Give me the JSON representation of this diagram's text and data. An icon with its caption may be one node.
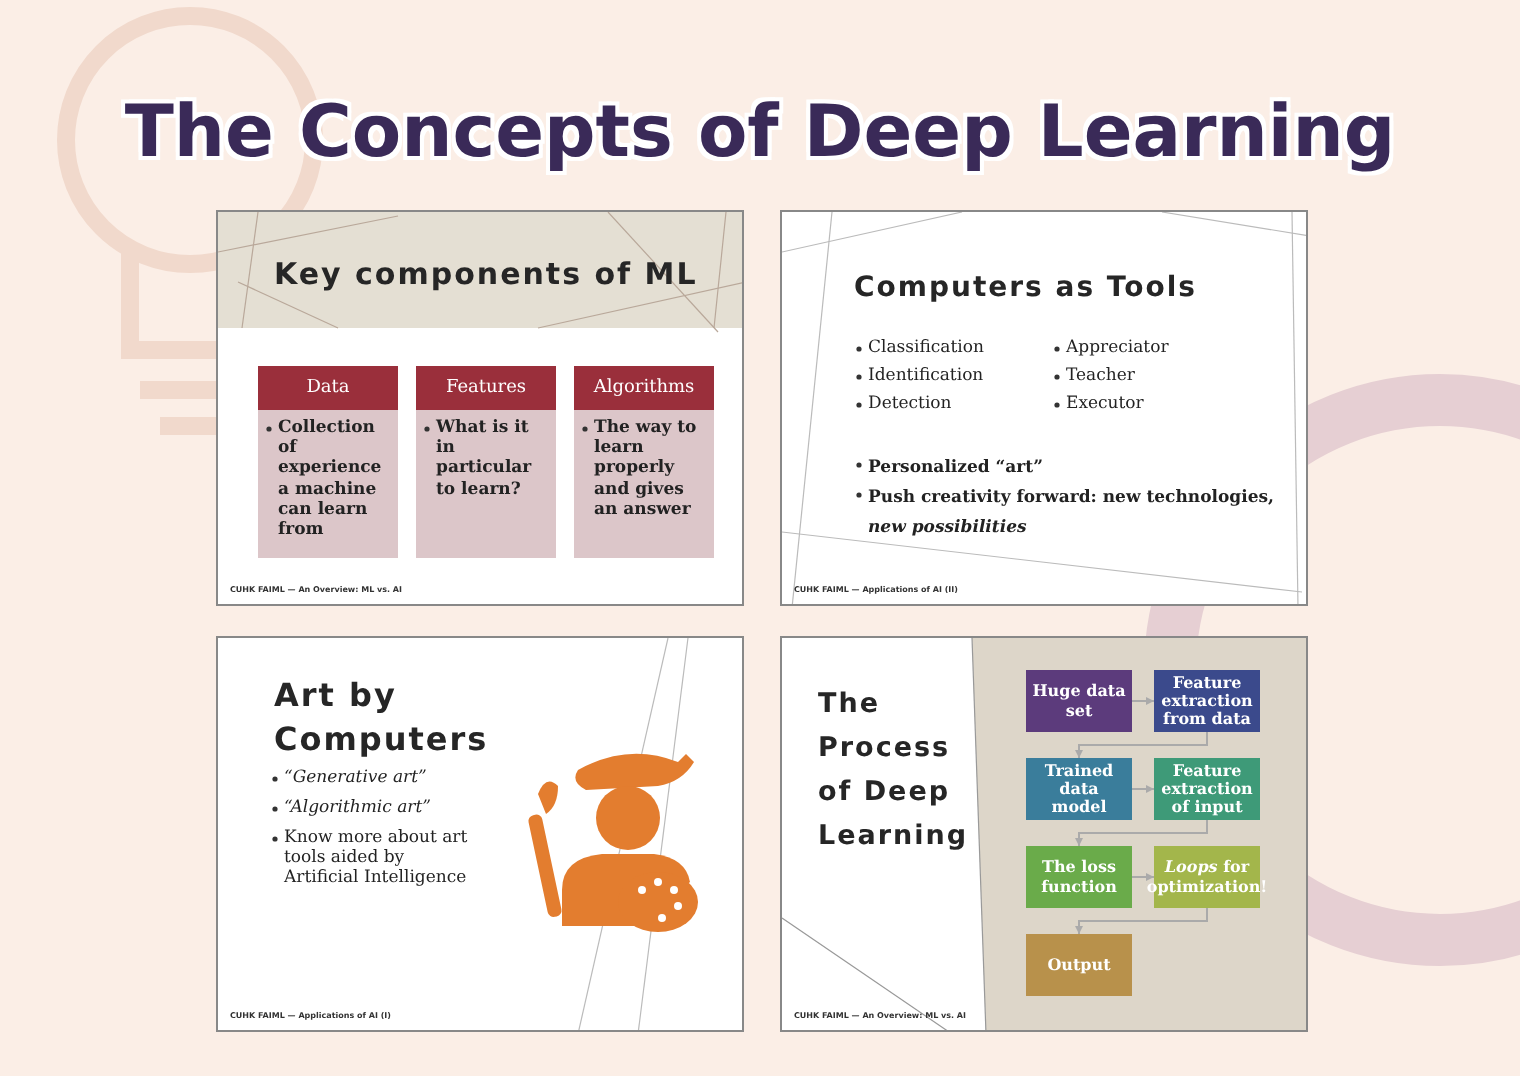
{
  "diagram": {
    "title": "The Concepts of Deep Learning",
    "nodes": [
      {
        "text": [
          "Key components of ML",
          "CUHK FAIML — An Overview: ML vs. AI"
        ]
      },
      {
        "text": [
          "Data",
          "Collection of experience a machine can learn from"
        ],
        "in": 0
      },
      {
        "text": [
          "Features",
          "What is it in particular to learn?"
        ],
        "in": 0
      },
      {
        "text": [
          "Algorithms",
          "The way to learn properly and gives an answer"
        ],
        "in": 0
      },
      {
        "text": [
          "Computers as Tools",
          "Classification",
          "Identification",
          "Detection",
          "Appreciator",
          "Teacher",
          "Executor",
          "Personalized “art”",
          "Push creativity forward: new technologies, *new possibilities*",
          "CUHK FAIML — Applications of AI (II)"
        ]
      },
      {
        "text": [
          "Art by Computers",
          "“Generative art”",
          "“Algorithmic art”",
          "Know more about art tools aided by Artificial Intelligence",
          "CUHK FAIML — Applications of AI (I)"
        ]
      },
      {
        "text": [
          "The Process of Deep Learning",
          "CUHK FAIML — An Overview: ML vs. AI"
        ]
      },
      {
        "text": [
          "Huge data set"
        ],
        "in": 6
      },
      {
        "text": [
          "Feature extraction from data"
        ],
        "in": 6
      },
      {
        "text": [
          "Trained data model"
        ],
        "in": 6
      },
      {
        "text": [
          "Feature extraction of input"
        ],
        "in": 6
      },
      {
        "text": [
          "The loss function"
        ],
        "in": 6
      },
      {
        "text": [
          "*Loops* for optimization!"
        ],
        "in": 6
      },
      {
        "text": [
          "Output"
        ],
        "in": 6
      }
    ],
    "edges": [
      {
        "from": 7,
        "to": 8,
        "arrow": "to"
      },
      {
        "from": 8,
        "to": 9,
        "arrow": "to"
      },
      {
        "from": 9,
        "to": 10,
        "arrow": "to"
      },
      {
        "from": 10,
        "to": 11,
        "arrow": "to"
      },
      {
        "from": 11,
        "to": 12,
        "arrow": "to"
      },
      {
        "from": 12,
        "to": 13,
        "arrow": "to"
      }
    ]
  }
}
